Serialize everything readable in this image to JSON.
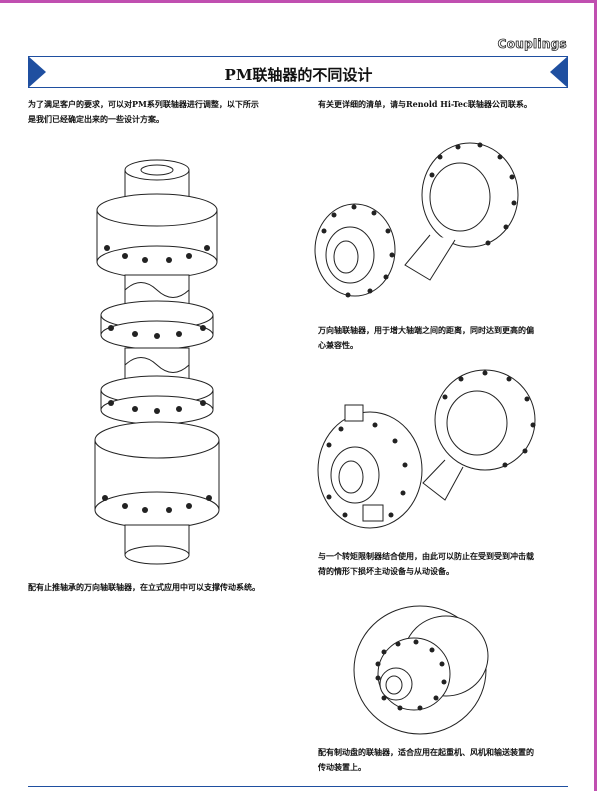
{
  "header": {
    "brand": "Couplings",
    "title": "PM联轴器的不同设计"
  },
  "intro": {
    "left_line1": "为了满足客户的要求，可以对PM系列联轴器进行调整，以下所示",
    "left_line2": "是我们已经确定出来的一些设计方案。",
    "right": "有关更详细的清单，请与Renold Hi-Tec联轴器公司联系。"
  },
  "captions": {
    "vertical": "配有止推轴承的万向轴联轴器，在立式应用中可以支撑传动系统。",
    "cardan_line1": "万向轴联轴器，用于增大轴端之间的距离，同时达到更高的偏",
    "cardan_line2": "心兼容性。",
    "torque_line1": "与一个转矩限制器结合使用，由此可以防止在受到受到冲击载",
    "torque_line2": "荷的情形下损坏主动设备与从动设备。",
    "brake_line1": "配有制动盘的联轴器，适合应用在起重机、风机和输送装置的",
    "brake_line2": "传动装置上。"
  }
}
